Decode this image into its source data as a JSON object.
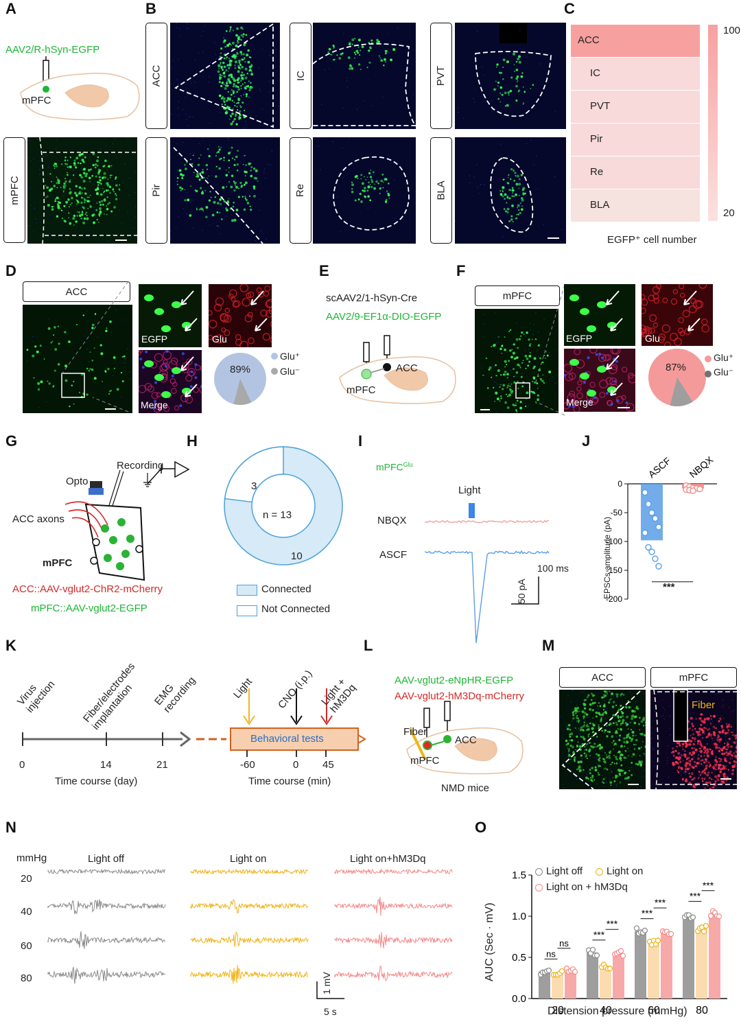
{
  "panels": {
    "A": {
      "label": "A",
      "virus": "AAV2/R-hSyn-EGFP",
      "region": "mPFC",
      "box_label": "mPFC"
    },
    "B": {
      "label": "B",
      "regions": [
        "ACC",
        "IC",
        "PVT",
        "Pir",
        "Re",
        "BLA"
      ]
    },
    "C": {
      "label": "C",
      "rows": [
        "ACC",
        "IC",
        "PVT",
        "Pir",
        "Re",
        "BLA"
      ],
      "scale_max": "100",
      "scale_min": "20",
      "caption": "EGFP⁺ cell number",
      "colors": [
        "#f7a0a0",
        "#f8dada",
        "#f8dada",
        "#f8dada",
        "#f8dada",
        "#f6e2de"
      ]
    },
    "D": {
      "label": "D",
      "box_label": "ACC",
      "egfp": "EGFP",
      "glu": "Glu",
      "merge": "Merge",
      "pie_pct": "89%",
      "pie_value": 0.89,
      "legend_pos": "Glu⁺",
      "legend_neg": "Glu⁻",
      "pos_color": "#b3c4e3",
      "neg_color": "#a9a9a9"
    },
    "E": {
      "label": "E",
      "virus1": "scAAV2/1-hSyn-Cre",
      "virus2": "AAV2/9-EF1α-DIO-EGFP",
      "acc": "ACC",
      "mpfc": "mPFC"
    },
    "F": {
      "label": "F",
      "box_label": "mPFC",
      "egfp": "EGFP",
      "glu": "Glu",
      "merge": "Merge",
      "pie_pct": "87%",
      "pie_value": 0.87,
      "legend_pos": "Glu⁺",
      "legend_neg": "Glu⁻",
      "pos_color": "#f49a9a",
      "neg_color": "#9e9e9e"
    },
    "G": {
      "label": "G",
      "recording": "Recording",
      "opto": "Opto",
      "acc_axons": "ACC axons",
      "mpfc": "mPFC",
      "line1": "ACC::AAV-vglut2-ChR2-mCherry",
      "line2": "mPFC::AAV-vglut2-EGFP"
    },
    "H": {
      "label": "H",
      "center": "n = 13",
      "small": "3",
      "large": "10",
      "legend1": "Connected",
      "legend2": "Not Connected"
    },
    "I": {
      "label": "I",
      "cell": "mPFC",
      "cell_sup": "Glu",
      "light": "Light",
      "nbqx": "NBQX",
      "ascf": "ASCF",
      "time_scale": "100 ms",
      "amp_scale": "50 pA"
    },
    "J": {
      "label": "J",
      "cat1": "ASCF",
      "cat2": "NBQX",
      "ylabel": "EPSCs amplitude (pA)",
      "sig": "***",
      "ticks": [
        "0",
        "-50",
        "-100",
        "-150",
        "-200"
      ]
    },
    "K": {
      "label": "K",
      "events": [
        "Virus injection",
        "Fiber/electrodes implantation",
        "EMG recording"
      ],
      "days": [
        "0",
        "14",
        "21"
      ],
      "day_caption": "Time course (day)",
      "box": "Behavioral tests",
      "min_events": [
        "Light",
        "CNO (i.p.)",
        "Light + hM3Dq"
      ],
      "mins": [
        "-60",
        "0",
        "45"
      ],
      "min_caption": "Time course (min)"
    },
    "L": {
      "label": "L",
      "virus1": "AAV-vglut2-eNpHR-EGFP",
      "virus2": "AAV-vglut2-hM3Dq-mCherry",
      "fiber": "Fiber",
      "acc": "ACC",
      "mpfc": "mPFC",
      "mice": "NMD mice"
    },
    "M": {
      "label": "M",
      "box1": "ACC",
      "box2": "mPFC",
      "fiber": "Fiber"
    },
    "N": {
      "label": "N",
      "unit": "mmHg",
      "cols": [
        "Light off",
        "Light on",
        "Light on+hM3Dq"
      ],
      "rows": [
        "20",
        "40",
        "60",
        "80"
      ],
      "amp_scale": "1 mV",
      "time_scale": "5 s",
      "colors": [
        "#8a8a8a",
        "#f0b214",
        "#f48a8a"
      ]
    },
    "O": {
      "label": "O",
      "legend": [
        "Light off",
        "Light on",
        "Light on + hM3Dq"
      ],
      "ylabel": "AUC (Sec · mV)",
      "xlabel": "Distension pressure (mmHg)",
      "yticks": [
        "0.0",
        "0.5",
        "1.0",
        "1.5"
      ]
    }
  },
  "chart_data": [
    {
      "type": "bar",
      "panel": "J",
      "categories": [
        "ASCF",
        "NBQX"
      ],
      "values": [
        -98,
        -8
      ],
      "ylim": [
        -200,
        0
      ],
      "ylabel": "EPSCs amplitude (pA)",
      "points": {
        "ASCF": [
          -15,
          -35,
          -50,
          -60,
          -75,
          -85,
          -110,
          -118,
          -130,
          -143
        ],
        "NBQX": [
          -3,
          -5,
          -7,
          -8,
          -9,
          -10,
          -11,
          -12
        ]
      }
    },
    {
      "type": "bar",
      "panel": "O",
      "categories": [
        "20",
        "40",
        "60",
        "80"
      ],
      "ylim": [
        0,
        1.5
      ],
      "ylabel": "AUC (Sec · mV)",
      "xlabel": "Distension pressure (mmHg)",
      "series": [
        {
          "name": "Light off",
          "values": [
            0.33,
            0.56,
            0.82,
            1.0
          ],
          "color": "#9e9e9e"
        },
        {
          "name": "Light on",
          "values": [
            0.3,
            0.4,
            0.69,
            0.85
          ],
          "color": "#fbdcb0"
        },
        {
          "name": "Light on + hM3Dq",
          "values": [
            0.33,
            0.55,
            0.8,
            1.03
          ],
          "color": "#f7a8a8"
        }
      ],
      "significance": [
        [
          "ns",
          "ns"
        ],
        [
          "***",
          "***"
        ],
        [
          "***",
          "***"
        ],
        [
          "***",
          "***"
        ]
      ]
    },
    {
      "type": "pie",
      "panel": "H",
      "categories": [
        "Connected",
        "Not Connected"
      ],
      "values": [
        10,
        3
      ]
    }
  ]
}
